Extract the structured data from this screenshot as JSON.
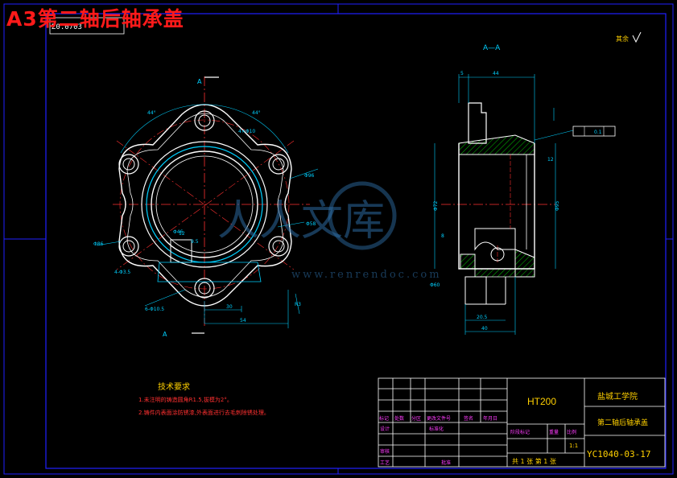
{
  "banner": {
    "title": "A3第二轴后轴承盖"
  },
  "drawing": {
    "section_label": "A—A",
    "section_mark": "A",
    "corner_roughness": "其余",
    "top_left_code": "Σ0.0703"
  },
  "dimensions": {
    "front": [
      "44°",
      "44°",
      "Φ86",
      "4×Φ10",
      "Φ46",
      "Φ96",
      "Φ58",
      "30",
      "54",
      "6-Φ10.5",
      "12",
      "9.5",
      "4-Φ3.5",
      "R3"
    ],
    "side": [
      "5",
      "44",
      "Φ72",
      "Φ95",
      "8",
      "40",
      "20.5",
      "12",
      "Φ60",
      "0.1"
    ]
  },
  "tech_requirements": {
    "title": "技术要求",
    "lines": [
      "1.未注明的铸造圆角R1.5,拔模为2°。",
      "2.铸件内表面涂防锈漆,外表面进行去毛刺除锈处理。"
    ]
  },
  "title_block": {
    "material": "HT200",
    "school": "盐城工学院",
    "part_name": "第二轴后轴承盖",
    "drawing_number": "YC1040-03-17",
    "scale": "1:1",
    "sheet_info": "共 1 张  第 1 张",
    "header_labels": [
      "标记",
      "处数",
      "分区",
      "更改文件号",
      "签名",
      "年月日"
    ],
    "row_labels": [
      "设计",
      "标准化",
      "审核",
      "工艺",
      "批准"
    ],
    "stage_labels": [
      "阶段标记",
      "重量",
      "比例"
    ]
  },
  "watermark": {
    "logo": "人人文库",
    "url": "www.renrendoc.com"
  },
  "colors": {
    "background": "#000000",
    "frame": "#2020ff",
    "outline": "#ffffff",
    "centerline": "#ff3030",
    "dimension": "#00d0ff",
    "hatch": "#00c000",
    "banner": "#ff1a1a",
    "title_block_text": "#ffd000",
    "magenta_text": "#ff3cff"
  }
}
